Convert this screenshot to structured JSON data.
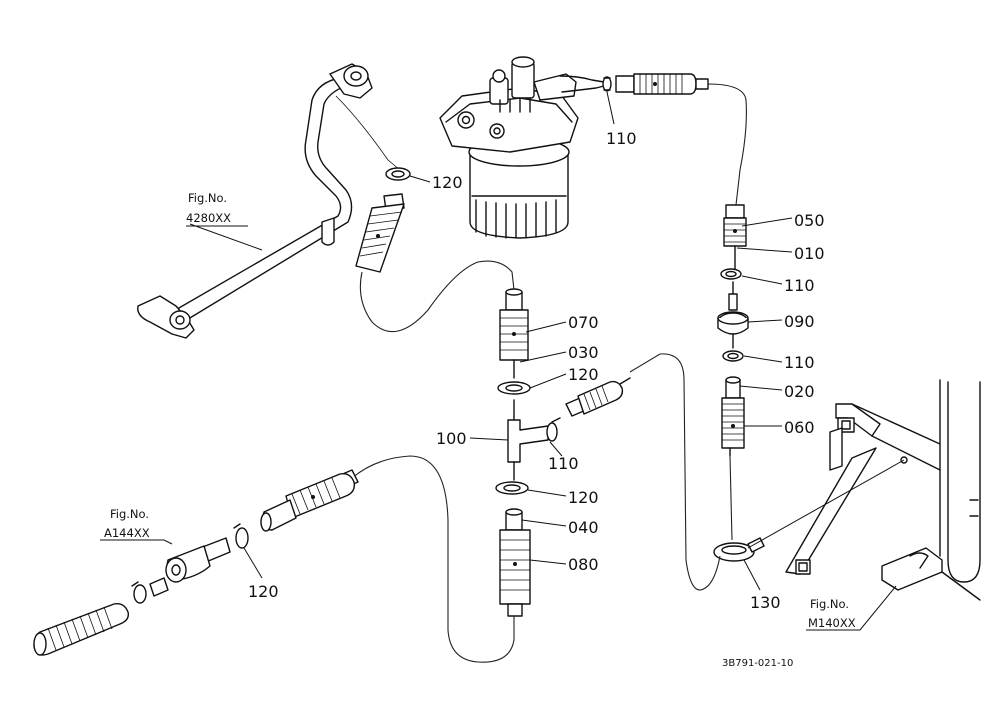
{
  "callouts": {
    "c110_top": "110",
    "c120_top": "120",
    "c050": "050",
    "c010": "010",
    "c110_a": "110",
    "c090": "090",
    "c110_b": "110",
    "c020": "020",
    "c060": "060",
    "c070": "070",
    "c030": "030",
    "c120_mid": "120",
    "c100": "100",
    "c110_mid": "110",
    "c120_low": "120",
    "c040": "040",
    "c080": "080",
    "c120_left": "120",
    "c130": "130"
  },
  "figrefs": {
    "f4280_label": "Fig.No.",
    "f4280_no": "4280XX",
    "a144_label": "Fig.No.",
    "a144_no": "A144XX",
    "m140_label": "Fig.No.",
    "m140_no": "M140XX"
  },
  "doc_number": "3B791-021-10"
}
